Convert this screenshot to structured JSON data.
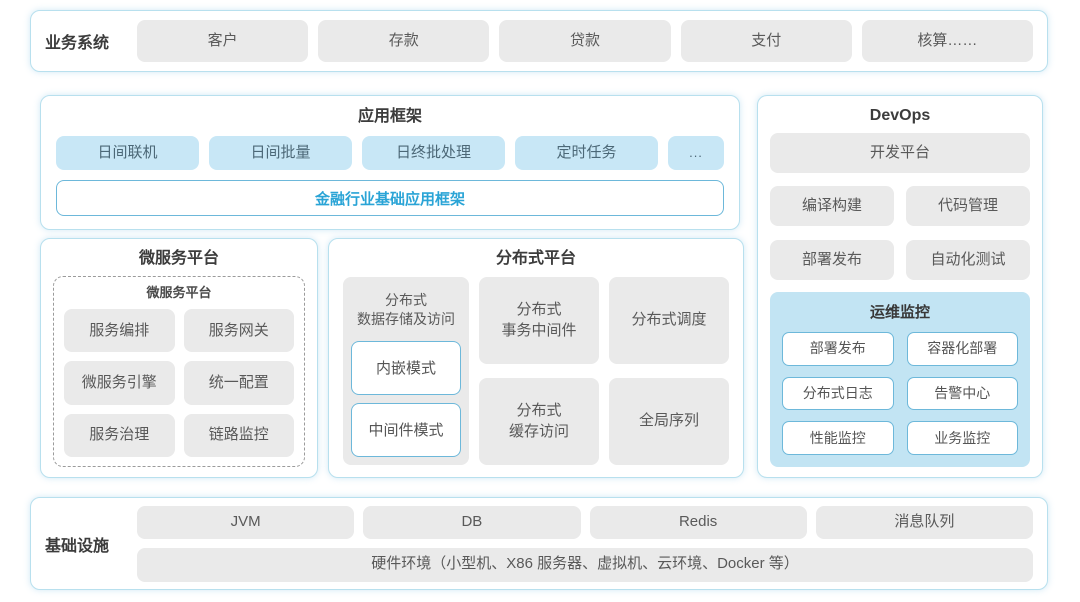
{
  "colors": {
    "accent_text": "#2aa4d6",
    "light_blue_box": "#c8e7f6",
    "ops_panel_blue": "#c2e4f3",
    "gray_box": "#eaeaea",
    "panel_border": "#b8e0ee",
    "blue_border": "#6db8da"
  },
  "business": {
    "label": "业务系统",
    "items": [
      "客户",
      "存款",
      "贷款",
      "支付",
      "核算……"
    ]
  },
  "app_framework": {
    "title": "应用框架",
    "items": [
      "日间联机",
      "日间批量",
      "日终批处理",
      "定时任务",
      "..."
    ],
    "base_label": "金融行业基础应用框架"
  },
  "microservice": {
    "title": "微服务平台",
    "inner_title": "微服务平台",
    "items": [
      "服务编排",
      "服务网关",
      "微服务引擎",
      "统一配置",
      "服务治理",
      "链路监控"
    ]
  },
  "distributed": {
    "title": "分布式平台",
    "storage": {
      "title": "分布式\n数据存储及访问",
      "modes": [
        "内嵌模式",
        "中间件模式"
      ]
    },
    "cells": [
      "分布式\n事务中间件",
      "分布式调度",
      "分布式\n缓存访问",
      "全局序列"
    ]
  },
  "devops": {
    "title": "DevOps",
    "platform": "开发平台",
    "items": [
      "编译构建",
      "代码管理",
      "部署发布",
      "自动化测试"
    ],
    "ops": {
      "title": "运维监控",
      "items": [
        "部署发布",
        "容器化部署",
        "分布式日志",
        "告警中心",
        "性能监控",
        "业务监控"
      ]
    }
  },
  "infrastructure": {
    "label": "基础设施",
    "items": [
      "JVM",
      "DB",
      "Redis",
      "消息队列"
    ],
    "hardware": "硬件环境（小型机、X86 服务器、虚拟机、云环境、Docker 等）"
  }
}
